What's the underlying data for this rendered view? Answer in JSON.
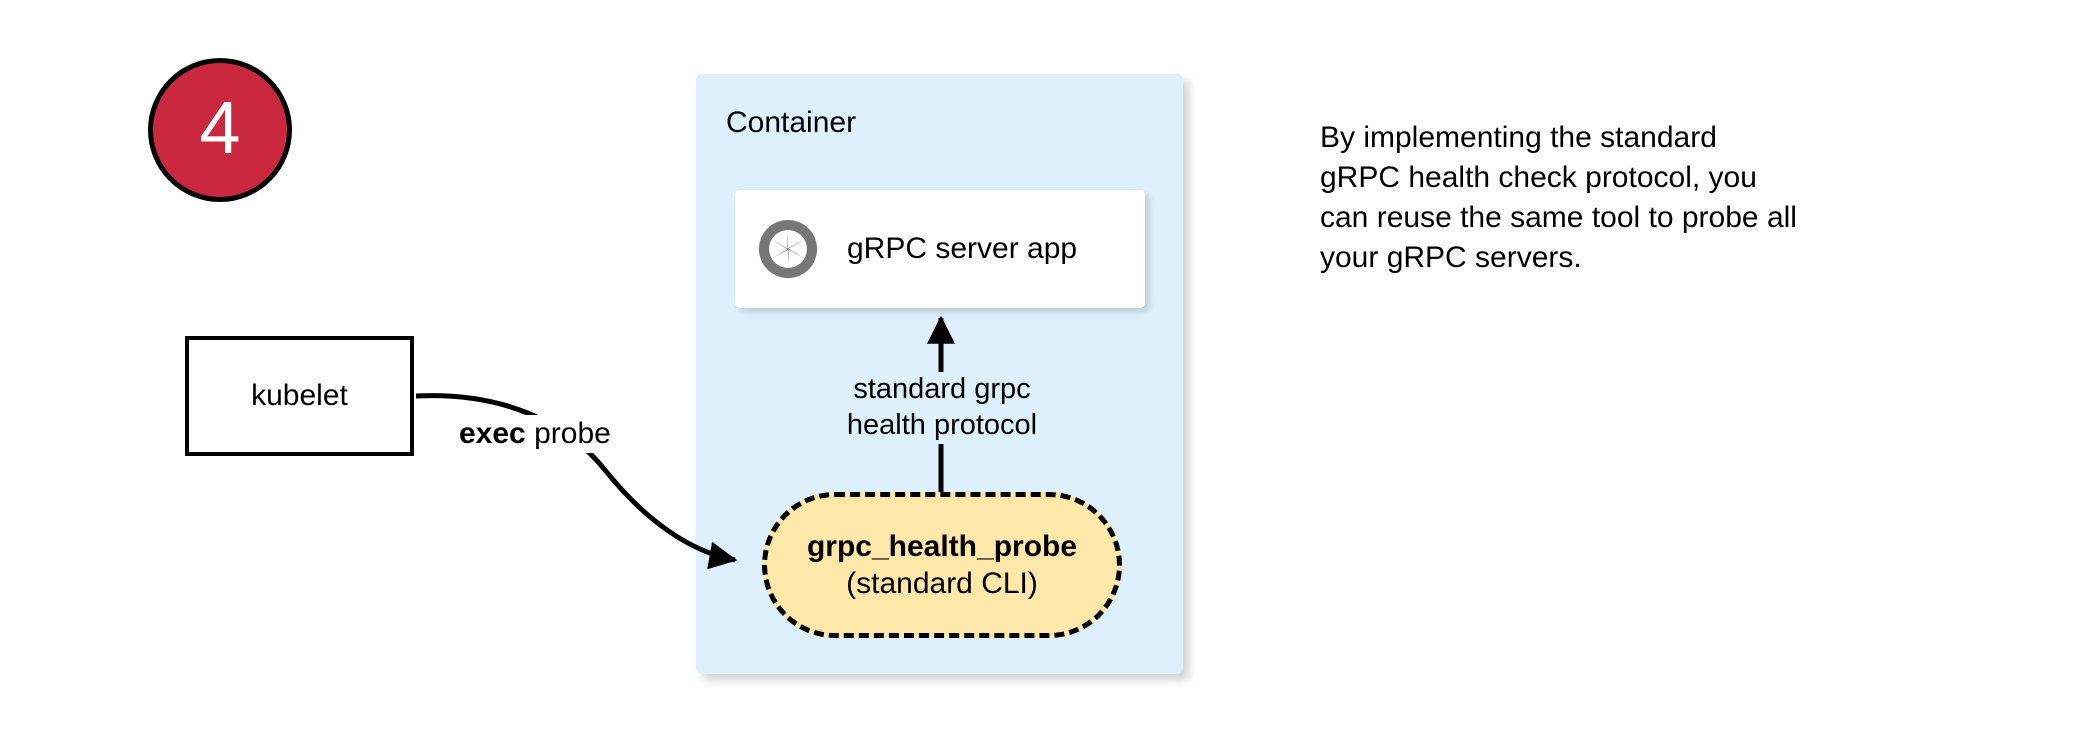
{
  "step": {
    "number": "4",
    "fill_color": "#c9283e",
    "text_color": "#ffffff"
  },
  "container": {
    "title": "Container",
    "background_color": "#ddf0fb"
  },
  "server_card": {
    "label": "gRPC server app",
    "icon": "aperture-icon",
    "icon_color": "#777777",
    "background_color": "#ffffff"
  },
  "kubelet": {
    "label": "kubelet",
    "border_color": "#000000",
    "background_color": "#ffffff"
  },
  "probe": {
    "title": "grpc_health_probe",
    "subtitle": "(standard CLI)",
    "background_color": "#fde7a9",
    "border_color": "#000000",
    "border_style": "dashed"
  },
  "edges": {
    "exec_probe": {
      "label_bold": "exec",
      "label_rest": " probe",
      "arrowhead": "solid-triangle"
    },
    "health_protocol": {
      "line_1": "standard grpc",
      "line_2": "health protocol",
      "arrowhead": "solid-triangle"
    }
  },
  "caption": {
    "line_1": "By implementing the standard",
    "line_2": "gRPC health check protocol, you",
    "line_3": "can reuse the same tool to probe all",
    "line_4": "your gRPC servers."
  }
}
